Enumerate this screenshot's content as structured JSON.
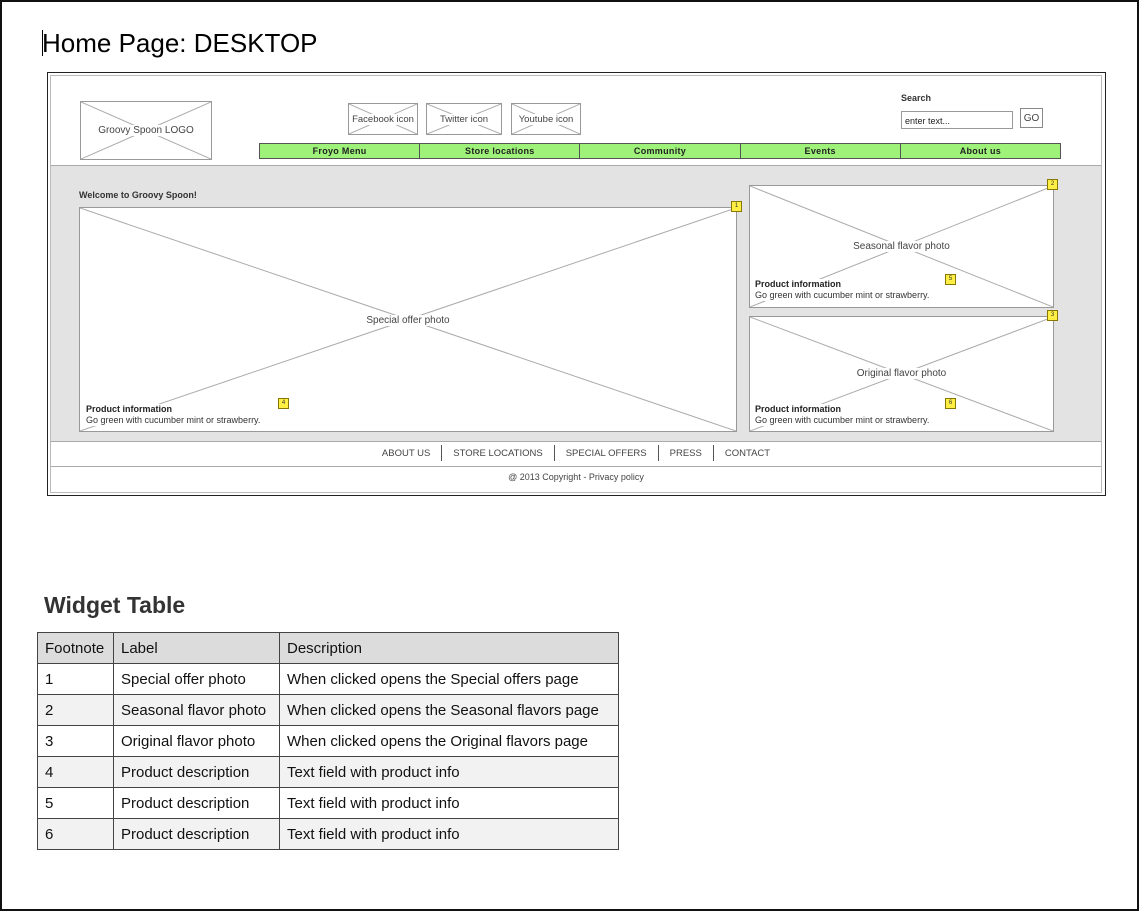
{
  "page": {
    "title": "Home Page: DESKTOP"
  },
  "wireframe": {
    "logo_label": "Groovy Spoon LOGO",
    "social": [
      {
        "label": "Facebook icon"
      },
      {
        "label": "Twitter icon"
      },
      {
        "label": "Youtube icon"
      }
    ],
    "search": {
      "label": "Search",
      "value": "enter text...",
      "go_label": "GO"
    },
    "nav": [
      "Froyo Menu",
      "Store locations",
      "Community",
      "Events",
      "About us"
    ],
    "welcome": "Welcome to Groovy Spoon!",
    "special": {
      "label": "Special offer photo",
      "badge": "1",
      "info_badge": "4"
    },
    "seasonal": {
      "label": "Seasonal flavor photo",
      "badge": "2",
      "info_badge": "5"
    },
    "original": {
      "label": "Original flavor photo",
      "badge": "3",
      "info_badge": "6"
    },
    "product_info": {
      "title": "Product information",
      "text": "Go green with cucumber mint or strawberry."
    },
    "footer_links": [
      "ABOUT US",
      "STORE LOCATIONS",
      "SPECIAL OFFERS",
      "PRESS",
      "CONTACT"
    ],
    "copyright": "@ 2013 Copyright - Privacy policy"
  },
  "widget_table": {
    "title": "Widget Table",
    "headers": [
      "Footnote",
      "Label",
      "Description"
    ],
    "rows": [
      [
        "1",
        "Special offer photo",
        "When clicked opens the Special offers page"
      ],
      [
        "2",
        "Seasonal flavor photo",
        "When clicked opens the Seasonal flavors page"
      ],
      [
        "3",
        "Original flavor photo",
        "When clicked opens the Original flavors page"
      ],
      [
        "4",
        "Product description",
        "Text field with product info"
      ],
      [
        "5",
        "Product description",
        "Text field with product info"
      ],
      [
        "6",
        "Product description",
        "Text field with product info"
      ]
    ]
  }
}
